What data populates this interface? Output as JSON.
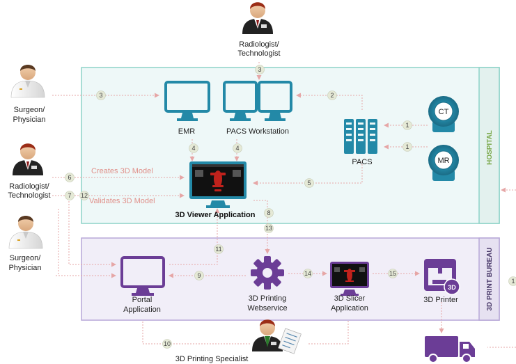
{
  "zones": {
    "hospital": "HOSPITAL",
    "print_bureau": "3D PRINT BUREAU"
  },
  "actors": {
    "top_radiologist": "Radiologist/\nTechnologist",
    "left_surgeon_top": "Surgeon/\nPhysician",
    "left_radiologist": "Radiologist/\nTechnologist",
    "left_surgeon_bottom": "Surgeon/\nPhysician",
    "specialist": "3D Printing Specialist"
  },
  "nodes": {
    "emr": "EMR",
    "pacs_workstation": "PACS Workstation",
    "pacs": "PACS",
    "ct": "CT",
    "mr": "MR",
    "viewer": "3D Viewer Application",
    "portal": "Portal\nApplication",
    "webservice": "3D Printing\nWebservice",
    "slicer": "3D Slicer\nApplication",
    "printer": "3D Printer",
    "printer_badge": "3D"
  },
  "edge_labels": {
    "creates": "Creates 3D Model",
    "validates": "Validates 3D Model"
  },
  "steps": [
    "1",
    "1",
    "2",
    "3",
    "3",
    "4",
    "4",
    "5",
    "6",
    "7",
    "12",
    "8",
    "13",
    "11",
    "9",
    "14",
    "15",
    "10",
    "1"
  ],
  "colors": {
    "hospital_fill": "#eef8f8",
    "hospital_border": "#8dd3c8",
    "hospital_label": "#7aa84a",
    "bureau_fill": "#f1eef8",
    "bureau_border": "#b7a7d8",
    "bureau_label": "#4a3a6a",
    "teal": "#2389a7",
    "purple": "#6b3d96",
    "connector": "#e6a6a6"
  }
}
